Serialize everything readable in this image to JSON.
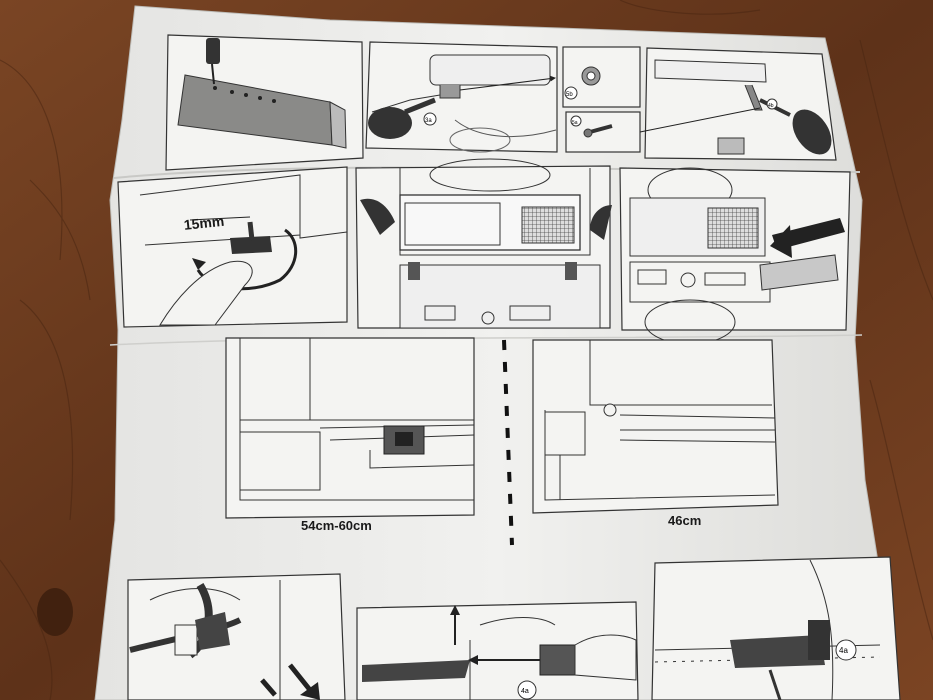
{
  "sheet": {
    "paper_color": "#eeeeec",
    "ink_color": "#2a2a2a",
    "wood_color": "#6b3a1f"
  },
  "labels": {
    "left_width": "54cm-60cm",
    "right_width": "46cm",
    "screw_depth": "15mm"
  },
  "callouts": {
    "c3a": "3a",
    "c5b": "5b",
    "c5a": "5a",
    "c4b": "4b",
    "c4a_bottom_middle": "4a",
    "c4a_bottom_right": "4a"
  }
}
